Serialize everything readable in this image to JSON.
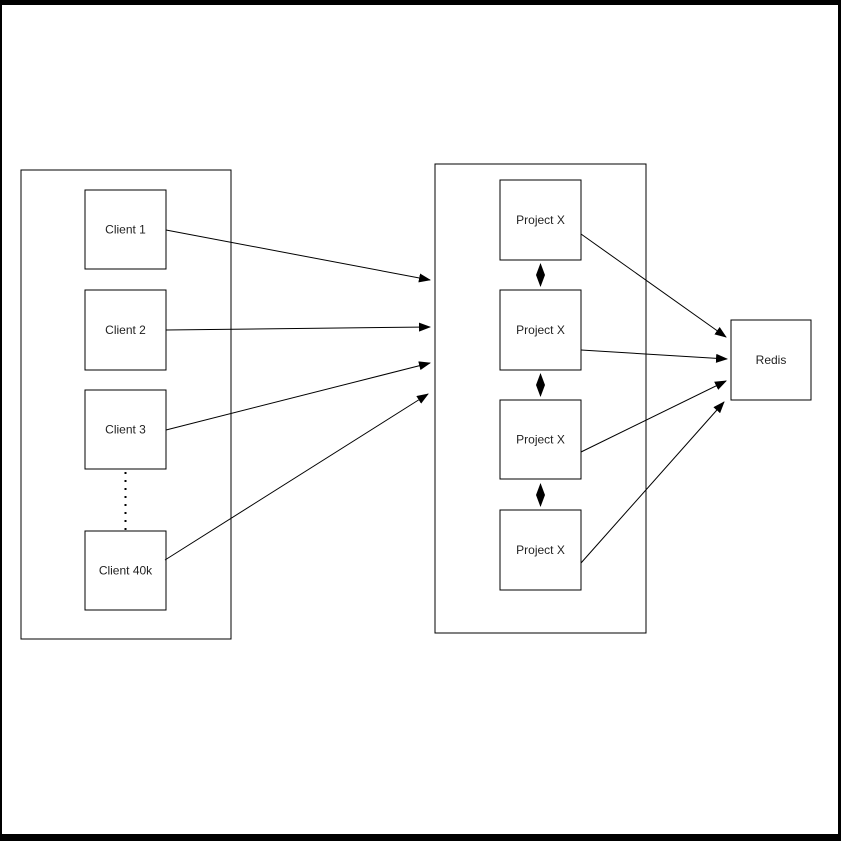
{
  "diagram": {
    "type": "architecture-diagram",
    "colors": {
      "canvas": "#ffffff",
      "stroke": "#000000",
      "text": "#1f1f1f",
      "frame": "#000000"
    },
    "nodes": {
      "client1": {
        "label": "Client 1"
      },
      "client2": {
        "label": "Client 2"
      },
      "client3": {
        "label": "Client 3"
      },
      "client40k": {
        "label": "Client 40k"
      },
      "project1": {
        "label": "Project X"
      },
      "project2": {
        "label": "Project X"
      },
      "project3": {
        "label": "Project X"
      },
      "project4": {
        "label": "Project X"
      },
      "redis": {
        "label": "Redis"
      }
    },
    "groups": {
      "clients_container": {
        "contains": [
          "client1",
          "client2",
          "client3",
          "client40k"
        ]
      },
      "projects_container": {
        "contains": [
          "project1",
          "project2",
          "project3",
          "project4"
        ]
      }
    },
    "edges": [
      {
        "from": "client1",
        "to": "projects_container",
        "style": "arrow"
      },
      {
        "from": "client2",
        "to": "projects_container",
        "style": "arrow"
      },
      {
        "from": "client3",
        "to": "projects_container",
        "style": "arrow"
      },
      {
        "from": "client40k",
        "to": "projects_container",
        "style": "arrow"
      },
      {
        "from": "client3",
        "to": "client40k",
        "style": "dotted-ellipsis"
      },
      {
        "from": "project1",
        "to": "project2",
        "style": "double-arrow"
      },
      {
        "from": "project2",
        "to": "project3",
        "style": "double-arrow"
      },
      {
        "from": "project3",
        "to": "project4",
        "style": "double-arrow"
      },
      {
        "from": "project1",
        "to": "redis",
        "style": "arrow"
      },
      {
        "from": "project2",
        "to": "redis",
        "style": "arrow"
      },
      {
        "from": "project3",
        "to": "redis",
        "style": "arrow"
      },
      {
        "from": "project4",
        "to": "redis",
        "style": "arrow"
      }
    ]
  }
}
